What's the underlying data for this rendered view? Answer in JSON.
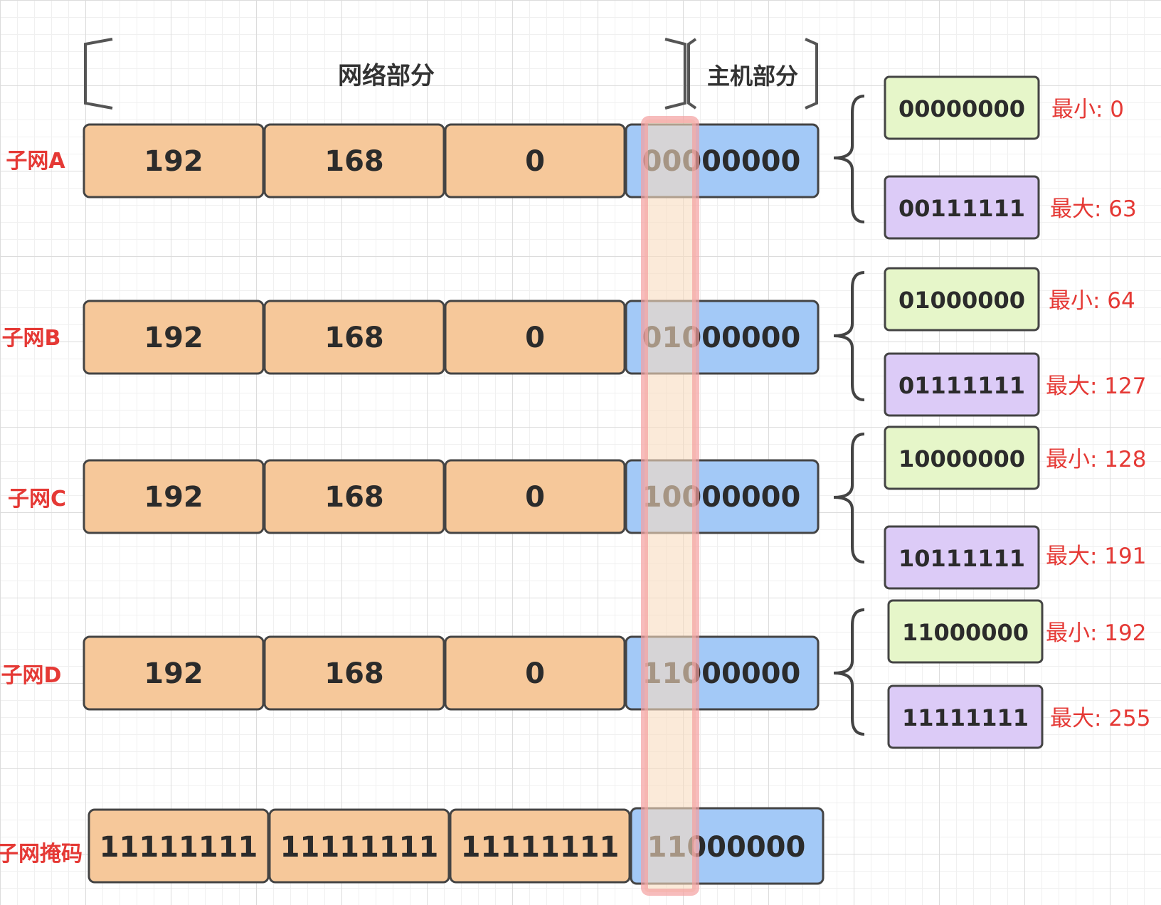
{
  "header": {
    "network_label": "网络部分",
    "host_label": "主机部分"
  },
  "colors": {
    "network_fill": "#f6c89a",
    "host_fill": "#a3c9f7",
    "min_fill": "#e6f6c9",
    "max_fill": "#dccbf7",
    "label_color": "#e53935",
    "highlight_fill": "#f9dcc0",
    "highlight_stroke": "#f4a0a0"
  },
  "subnets": [
    {
      "label": "子网A",
      "octets": [
        "192",
        "168",
        "0",
        "00000000"
      ],
      "min": {
        "binary": "00000000",
        "note": "最小: 0"
      },
      "max": {
        "binary": "00111111",
        "note": "最大: 63"
      }
    },
    {
      "label": "子网B",
      "octets": [
        "192",
        "168",
        "0",
        "01000000"
      ],
      "min": {
        "binary": "01000000",
        "note": "最小: 64"
      },
      "max": {
        "binary": "01111111",
        "note": "最大: 127"
      }
    },
    {
      "label": "子网C",
      "octets": [
        "192",
        "168",
        "0",
        "10000000"
      ],
      "min": {
        "binary": "10000000",
        "note": "最小: 128"
      },
      "max": {
        "binary": "10111111",
        "note": "最大: 191"
      }
    },
    {
      "label": "子网D",
      "octets": [
        "192",
        "168",
        "0",
        "11000000"
      ],
      "min": {
        "binary": "11000000",
        "note": "最小: 192"
      },
      "max": {
        "binary": "11111111",
        "note": "最大: 255"
      }
    }
  ],
  "mask": {
    "label": "子网掩码",
    "octets": [
      "11111111",
      "11111111",
      "11111111",
      "11000000"
    ]
  }
}
